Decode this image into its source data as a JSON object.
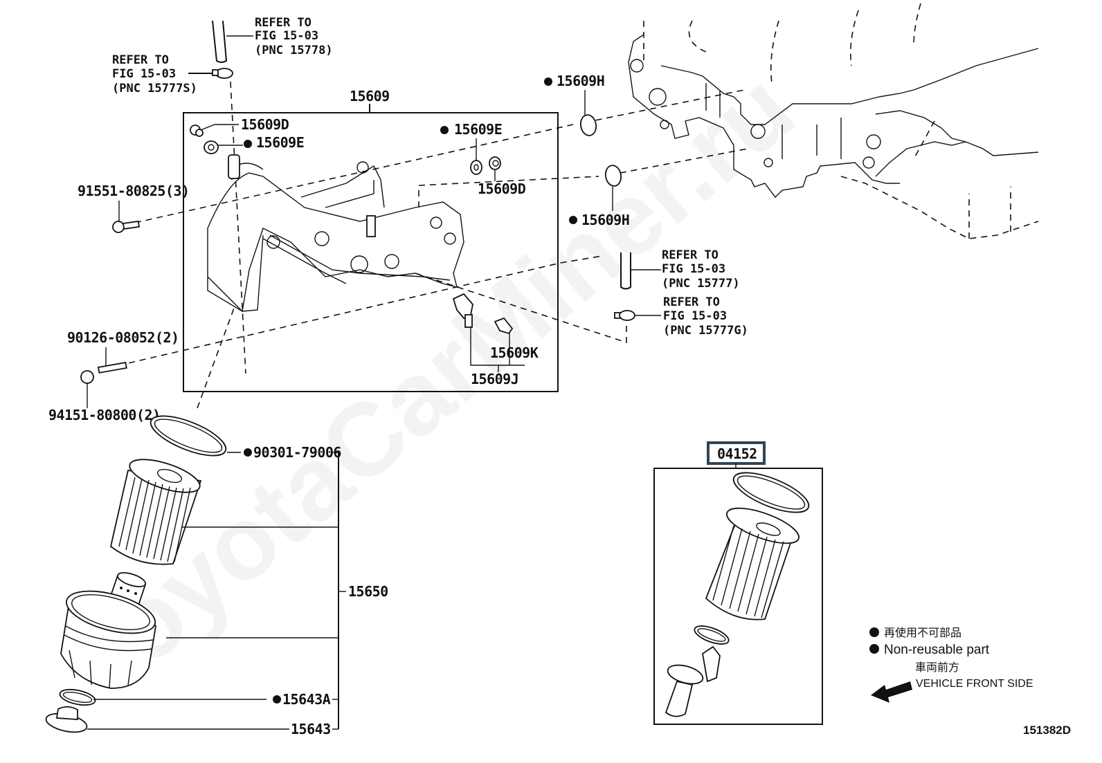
{
  "diagram": {
    "figure_id": "151382D",
    "watermark": "ToyotaCarMiner.ru",
    "assembly_label": "15609",
    "kit_label": "04152",
    "kit_highlight_color": "#2f4553",
    "callouts": {
      "ref_15778": [
        "REFER TO",
        "FIG 15-03",
        "(PNC 15778)"
      ],
      "ref_15777S": [
        "REFER TO",
        "FIG 15-03",
        "(PNC 15777S)"
      ],
      "ref_15777": [
        "REFER TO",
        "FIG 15-03",
        "(PNC 15777)"
      ],
      "ref_15777G": [
        "REFER TO",
        "FIG 15-03",
        "(PNC 15777G)"
      ]
    },
    "parts": {
      "p15609D_top": "15609D",
      "p15609E_left": "15609E",
      "p15609E_right": "15609E",
      "p15609D_right": "15609D",
      "p15609H_top": "15609H",
      "p15609H_bottom": "15609H",
      "p91551": "91551-80825(3)",
      "p90126": "90126-08052(2)",
      "p94151": "94151-80800(2)",
      "p15609K": "15609K",
      "p15609J": "15609J",
      "p90301": "90301-79006",
      "p15650": "15650",
      "p15643A": "15643A",
      "p15643": "15643"
    },
    "non_reusable_marker": "●"
  },
  "legend": {
    "non_reusable_jp": "再使用不可部品",
    "non_reusable_en": "Non-reusable part",
    "front_jp": "車両前方",
    "front_en": "VEHICLE FRONT SIDE"
  }
}
